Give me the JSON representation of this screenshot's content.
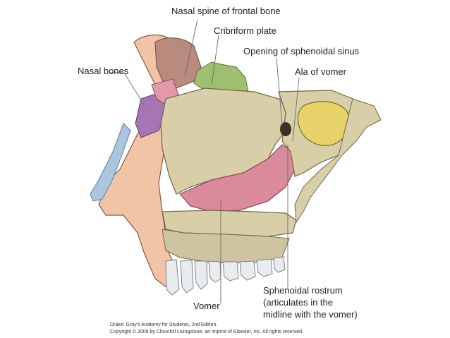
{
  "labels": {
    "nasal_spine": "Nasal spine of frontal bone",
    "cribriform": "Cribriform plate",
    "opening_sphenoidal": "Opening of sphenoidal sinus",
    "nasal_bones": "Nasal bones",
    "ala_vomer": "Ala of vomer",
    "vomer": "Vomer",
    "sphenoidal_rostrum": "Sphenoidal rostrum",
    "sphenoidal_rostrum_note_1": "(articulates in the",
    "sphenoidal_rostrum_note_2": "midline with the vomer)"
  },
  "credit": {
    "line1": "Drake: Gray's Anatomy for Students, 2nd Edition.",
    "line2": "Copyright © 2009 by Churchill Livingstone, an imprint of Elsevier, Inc. All rights reserved."
  },
  "colors": {
    "skin": "#f2c4a6",
    "bone": "#d8cfa9",
    "vomer_pink": "#d98a9b",
    "frontal": "#b98b7e",
    "cribriform_green": "#9fbe70",
    "nasal_bone_purple": "#a676b2",
    "sinus_yellow": "#e7d36a",
    "cartilage_blue": "#a9c6dd",
    "teeth": "#e9ecef"
  }
}
